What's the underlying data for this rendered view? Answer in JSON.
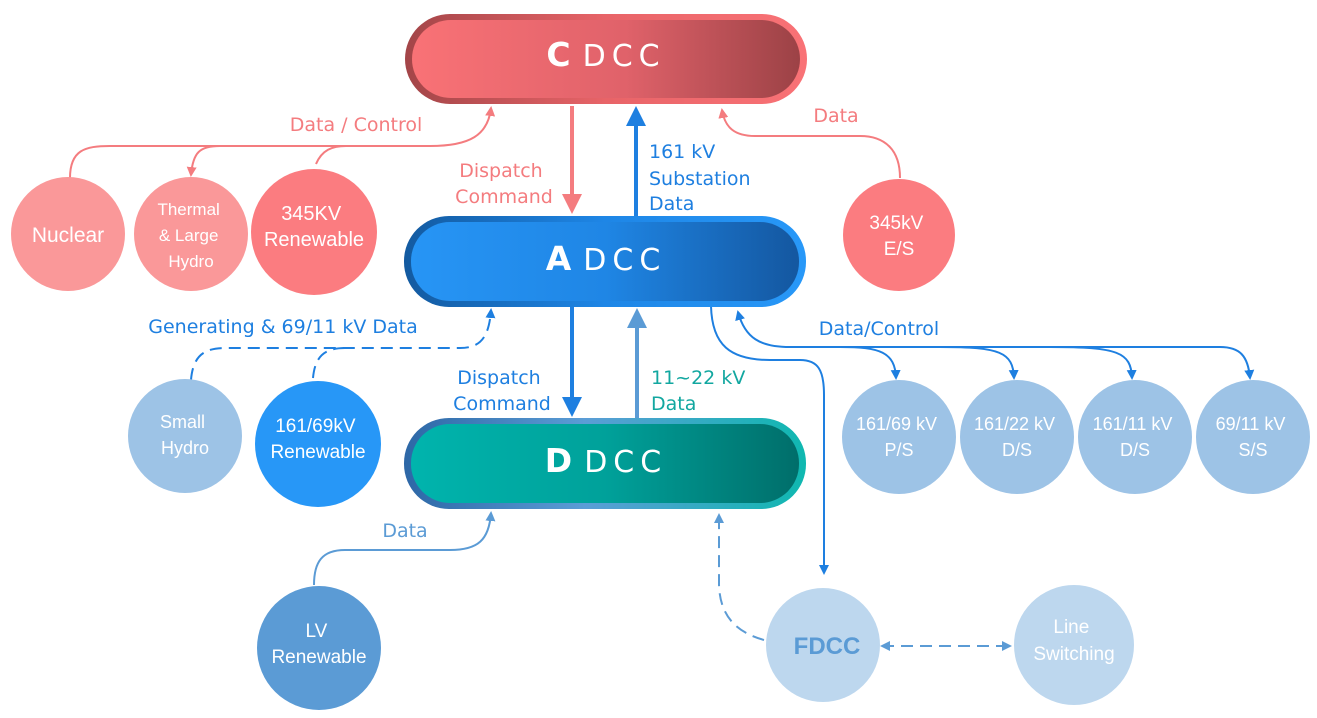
{
  "colors": {
    "red_line": "#f47c7f",
    "red_label": "#f47c7f",
    "blue_line": "#1e7fe0",
    "blue_label": "#1e7fe0",
    "teal_label": "#12a7a0",
    "light_blue_line": "#5b9bd5",
    "light_circle": "#9dc3e6",
    "pale_circle": "#bdd7ee"
  },
  "centers": {
    "cdcc": {
      "bold_letter": "C",
      "rest": "DCC"
    },
    "adcc": {
      "bold_letter": "A",
      "rest": "DCC"
    },
    "ddcc": {
      "bold_letter": "D",
      "rest": "DCC"
    }
  },
  "labels": {
    "cdcc_left_link": "Data / Control",
    "cdcc_right_link": "Data",
    "cdcc_to_adcc": [
      "Dispatch",
      "Command"
    ],
    "adcc_to_cdcc": [
      "161 kV",
      "Substation",
      "Data"
    ],
    "adcc_left_link": "Generating & 69/11 kV Data",
    "adcc_right_link": "Data/Control",
    "adcc_to_ddcc": [
      "Dispatch",
      "Command"
    ],
    "ddcc_to_adcc": [
      "11~22 kV",
      "Data"
    ],
    "ddcc_left_link": "Data"
  },
  "nodes": {
    "nuclear": [
      "Nuclear"
    ],
    "thermal": [
      "Thermal",
      "& Large",
      "Hydro"
    ],
    "renewable_345": [
      "345KV",
      "Renewable"
    ],
    "es_345": [
      "345kV",
      "E/S"
    ],
    "small_hydro": [
      "Small",
      "Hydro"
    ],
    "renewable_161_69": [
      "161/69kV",
      "Renewable"
    ],
    "ps_161_69": [
      "161/69 kV",
      "P/S"
    ],
    "ds_161_22": [
      "161/22 kV",
      "D/S"
    ],
    "ds_161_11": [
      "161/11 kV",
      "D/S"
    ],
    "ss_69_11": [
      "69/11 kV",
      "S/S"
    ],
    "lv_renewable": [
      "LV",
      "Renewable"
    ],
    "fdcc": [
      "FDCC"
    ],
    "line_switching": [
      "Line",
      "Switching"
    ]
  }
}
